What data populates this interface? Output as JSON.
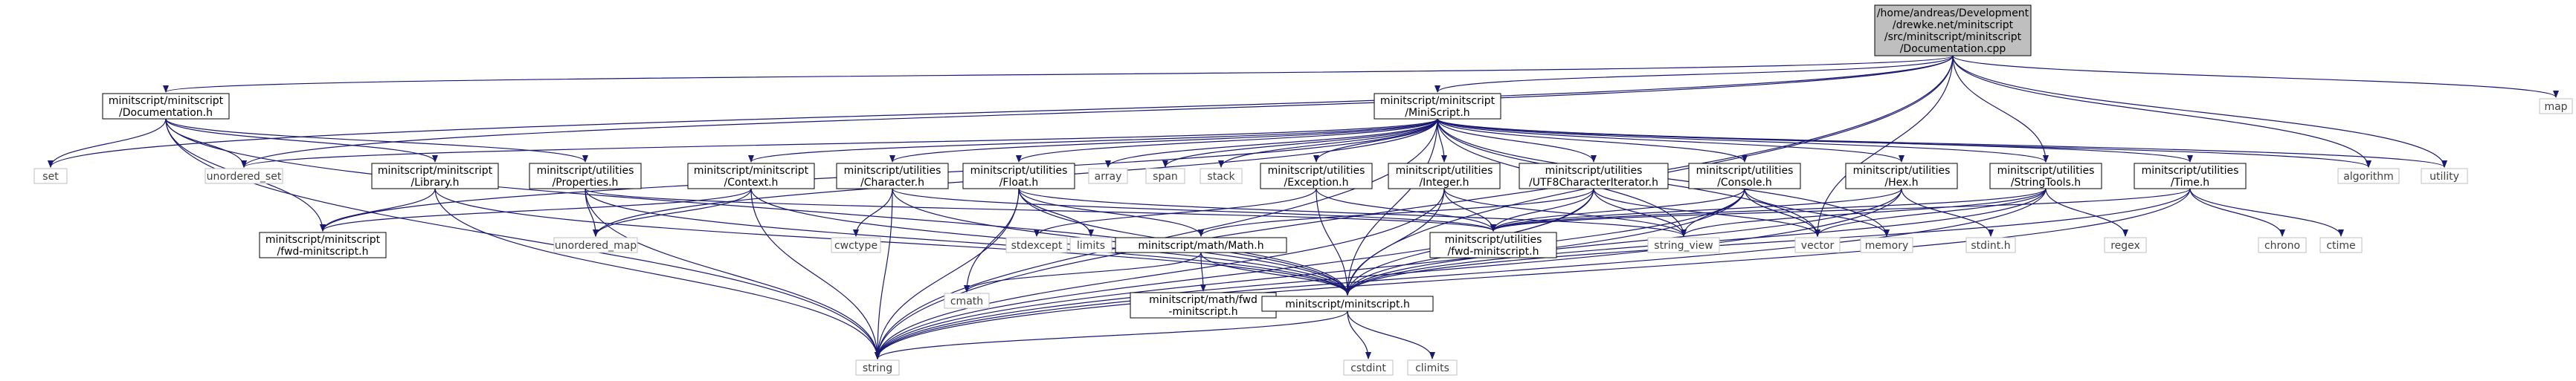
{
  "graph": {
    "colors": {
      "edge": "#191970",
      "node_border": "#000000",
      "node_border_system": "#bfbfbf",
      "root_fill": "#bfbfbf",
      "node_fill": "#ffffff",
      "system_text": "#404040"
    },
    "nodes": [
      {
        "id": "root",
        "lines": [
          "/home/andreas/Development",
          "/drewke.net/minitscript",
          "/src/minitscript/minitscript",
          "/Documentation.cpp"
        ],
        "kind": "root"
      },
      {
        "id": "doc_h",
        "lines": [
          "minitscript/minitscript",
          "/Documentation.h"
        ],
        "kind": "project"
      },
      {
        "id": "minitscript_h",
        "lines": [
          "minitscript/minitscript",
          "/MiniScript.h"
        ],
        "kind": "project"
      },
      {
        "id": "map",
        "lines": [
          "map"
        ],
        "kind": "system"
      },
      {
        "id": "set",
        "lines": [
          "set"
        ],
        "kind": "system"
      },
      {
        "id": "unordered_set",
        "lines": [
          "unordered_set"
        ],
        "kind": "system"
      },
      {
        "id": "library_h",
        "lines": [
          "minitscript/minitscript",
          "/Library.h"
        ],
        "kind": "project"
      },
      {
        "id": "properties_h",
        "lines": [
          "minitscript/utilities",
          "/Properties.h"
        ],
        "kind": "project"
      },
      {
        "id": "context_h",
        "lines": [
          "minitscript/minitscript",
          "/Context.h"
        ],
        "kind": "project"
      },
      {
        "id": "character_h",
        "lines": [
          "minitscript/utilities",
          "/Character.h"
        ],
        "kind": "project"
      },
      {
        "id": "float_h",
        "lines": [
          "minitscript/utilities",
          "/Float.h"
        ],
        "kind": "project"
      },
      {
        "id": "array",
        "lines": [
          "array"
        ],
        "kind": "system"
      },
      {
        "id": "span",
        "lines": [
          "span"
        ],
        "kind": "system"
      },
      {
        "id": "stack",
        "lines": [
          "stack"
        ],
        "kind": "system"
      },
      {
        "id": "exception_h",
        "lines": [
          "minitscript/utilities",
          "/Exception.h"
        ],
        "kind": "project"
      },
      {
        "id": "integer_h",
        "lines": [
          "minitscript/utilities",
          "/Integer.h"
        ],
        "kind": "project"
      },
      {
        "id": "utf8_h",
        "lines": [
          "minitscript/utilities",
          "/UTF8CharacterIterator.h"
        ],
        "kind": "project"
      },
      {
        "id": "console_h",
        "lines": [
          "minitscript/utilities",
          "/Console.h"
        ],
        "kind": "project"
      },
      {
        "id": "hex_h",
        "lines": [
          "minitscript/utilities",
          "/Hex.h"
        ],
        "kind": "project"
      },
      {
        "id": "stringtools_h",
        "lines": [
          "minitscript/utilities",
          "/StringTools.h"
        ],
        "kind": "project"
      },
      {
        "id": "time_h",
        "lines": [
          "minitscript/utilities",
          "/Time.h"
        ],
        "kind": "project"
      },
      {
        "id": "algorithm",
        "lines": [
          "algorithm"
        ],
        "kind": "system"
      },
      {
        "id": "utility",
        "lines": [
          "utility"
        ],
        "kind": "system"
      },
      {
        "id": "fwd_minitscript_h",
        "lines": [
          "minitscript/minitscript",
          "/fwd-minitscript.h"
        ],
        "kind": "project"
      },
      {
        "id": "unordered_map",
        "lines": [
          "unordered_map"
        ],
        "kind": "system"
      },
      {
        "id": "cwctype",
        "lines": [
          "cwctype"
        ],
        "kind": "system"
      },
      {
        "id": "stdexcept",
        "lines": [
          "stdexcept"
        ],
        "kind": "system"
      },
      {
        "id": "limits",
        "lines": [
          "limits"
        ],
        "kind": "system"
      },
      {
        "id": "math_h",
        "lines": [
          "minitscript/math/Math.h"
        ],
        "kind": "project"
      },
      {
        "id": "utilities_fwd_h",
        "lines": [
          "minitscript/utilities",
          "/fwd-minitscript.h"
        ],
        "kind": "project"
      },
      {
        "id": "string_view",
        "lines": [
          "string_view"
        ],
        "kind": "system"
      },
      {
        "id": "vector",
        "lines": [
          "vector"
        ],
        "kind": "system"
      },
      {
        "id": "memory",
        "lines": [
          "memory"
        ],
        "kind": "system"
      },
      {
        "id": "stdint_h",
        "lines": [
          "stdint.h"
        ],
        "kind": "system"
      },
      {
        "id": "regex",
        "lines": [
          "regex"
        ],
        "kind": "system"
      },
      {
        "id": "chrono",
        "lines": [
          "chrono"
        ],
        "kind": "system"
      },
      {
        "id": "ctime",
        "lines": [
          "ctime"
        ],
        "kind": "system"
      },
      {
        "id": "cmath",
        "lines": [
          "cmath"
        ],
        "kind": "system"
      },
      {
        "id": "math_fwd_h",
        "lines": [
          "minitscript/math/fwd",
          "-minitscript.h"
        ],
        "kind": "project"
      },
      {
        "id": "minitscript_core_h",
        "lines": [
          "minitscript/minitscript.h"
        ],
        "kind": "project"
      },
      {
        "id": "string",
        "lines": [
          "string"
        ],
        "kind": "system"
      },
      {
        "id": "cstdint",
        "lines": [
          "cstdint"
        ],
        "kind": "system"
      },
      {
        "id": "climits",
        "lines": [
          "climits"
        ],
        "kind": "system"
      }
    ],
    "edges": [
      [
        "root",
        "doc_h"
      ],
      [
        "root",
        "minitscript_h"
      ],
      [
        "root",
        "map"
      ],
      [
        "root",
        "set"
      ],
      [
        "root",
        "unordered_set"
      ],
      [
        "root",
        "algorithm"
      ],
      [
        "root",
        "utility"
      ],
      [
        "root",
        "stringtools_h"
      ],
      [
        "root",
        "string"
      ],
      [
        "root",
        "vector"
      ],
      [
        "root",
        "minitscript_core_h"
      ],
      [
        "doc_h",
        "set"
      ],
      [
        "doc_h",
        "unordered_set"
      ],
      [
        "doc_h",
        "library_h"
      ],
      [
        "doc_h",
        "properties_h"
      ],
      [
        "doc_h",
        "fwd_minitscript_h"
      ],
      [
        "doc_h",
        "minitscript_core_h"
      ],
      [
        "doc_h",
        "string"
      ],
      [
        "minitscript_h",
        "unordered_set"
      ],
      [
        "minitscript_h",
        "array"
      ],
      [
        "minitscript_h",
        "span"
      ],
      [
        "minitscript_h",
        "stack"
      ],
      [
        "minitscript_h",
        "context_h"
      ],
      [
        "minitscript_h",
        "character_h"
      ],
      [
        "minitscript_h",
        "float_h"
      ],
      [
        "minitscript_h",
        "exception_h"
      ],
      [
        "minitscript_h",
        "integer_h"
      ],
      [
        "minitscript_h",
        "utf8_h"
      ],
      [
        "minitscript_h",
        "console_h"
      ],
      [
        "minitscript_h",
        "hex_h"
      ],
      [
        "minitscript_h",
        "stringtools_h"
      ],
      [
        "minitscript_h",
        "time_h"
      ],
      [
        "minitscript_h",
        "algorithm"
      ],
      [
        "minitscript_h",
        "utility"
      ],
      [
        "minitscript_h",
        "fwd_minitscript_h"
      ],
      [
        "minitscript_h",
        "unordered_map"
      ],
      [
        "minitscript_h",
        "string_view"
      ],
      [
        "minitscript_h",
        "vector"
      ],
      [
        "minitscript_h",
        "memory"
      ],
      [
        "minitscript_h",
        "string"
      ],
      [
        "minitscript_h",
        "minitscript_core_h"
      ],
      [
        "library_h",
        "fwd_minitscript_h"
      ],
      [
        "library_h",
        "minitscript_core_h"
      ],
      [
        "library_h",
        "string"
      ],
      [
        "properties_h",
        "unordered_map"
      ],
      [
        "properties_h",
        "minitscript_core_h"
      ],
      [
        "properties_h",
        "string"
      ],
      [
        "properties_h",
        "utilities_fwd_h"
      ],
      [
        "context_h",
        "fwd_minitscript_h"
      ],
      [
        "context_h",
        "unordered_map"
      ],
      [
        "context_h",
        "minitscript_core_h"
      ],
      [
        "context_h",
        "string"
      ],
      [
        "character_h",
        "cwctype"
      ],
      [
        "character_h",
        "minitscript_core_h"
      ],
      [
        "character_h",
        "string"
      ],
      [
        "character_h",
        "utilities_fwd_h"
      ],
      [
        "float_h",
        "limits"
      ],
      [
        "float_h",
        "math_h"
      ],
      [
        "float_h",
        "minitscript_core_h"
      ],
      [
        "float_h",
        "string"
      ],
      [
        "float_h",
        "string_view"
      ],
      [
        "float_h",
        "cmath"
      ],
      [
        "exception_h",
        "stdexcept"
      ],
      [
        "exception_h",
        "minitscript_core_h"
      ],
      [
        "exception_h",
        "utilities_fwd_h"
      ],
      [
        "integer_h",
        "utilities_fwd_h"
      ],
      [
        "integer_h",
        "minitscript_core_h"
      ],
      [
        "integer_h",
        "string"
      ],
      [
        "integer_h",
        "string_view"
      ],
      [
        "utf8_h",
        "math_h"
      ],
      [
        "utf8_h",
        "utilities_fwd_h"
      ],
      [
        "utf8_h",
        "minitscript_core_h"
      ],
      [
        "utf8_h",
        "string"
      ],
      [
        "utf8_h",
        "string_view"
      ],
      [
        "utf8_h",
        "vector"
      ],
      [
        "console_h",
        "memory"
      ],
      [
        "console_h",
        "string_view"
      ],
      [
        "console_h",
        "vector"
      ],
      [
        "console_h",
        "utilities_fwd_h"
      ],
      [
        "console_h",
        "minitscript_core_h"
      ],
      [
        "console_h",
        "string"
      ],
      [
        "hex_h",
        "stdint_h"
      ],
      [
        "hex_h",
        "minitscript_core_h"
      ],
      [
        "hex_h",
        "string"
      ],
      [
        "hex_h",
        "utilities_fwd_h"
      ],
      [
        "stringtools_h",
        "regex"
      ],
      [
        "stringtools_h",
        "string_view"
      ],
      [
        "stringtools_h",
        "vector"
      ],
      [
        "stringtools_h",
        "minitscript_core_h"
      ],
      [
        "stringtools_h",
        "string"
      ],
      [
        "stringtools_h",
        "utilities_fwd_h"
      ],
      [
        "time_h",
        "chrono"
      ],
      [
        "time_h",
        "ctime"
      ],
      [
        "time_h",
        "minitscript_core_h"
      ],
      [
        "time_h",
        "string"
      ],
      [
        "time_h",
        "utilities_fwd_h"
      ],
      [
        "math_h",
        "cmath"
      ],
      [
        "math_h",
        "math_fwd_h"
      ],
      [
        "math_h",
        "minitscript_core_h"
      ],
      [
        "minitscript_core_h",
        "cstdint"
      ],
      [
        "minitscript_core_h",
        "climits"
      ],
      [
        "minitscript_core_h",
        "string"
      ]
    ]
  }
}
